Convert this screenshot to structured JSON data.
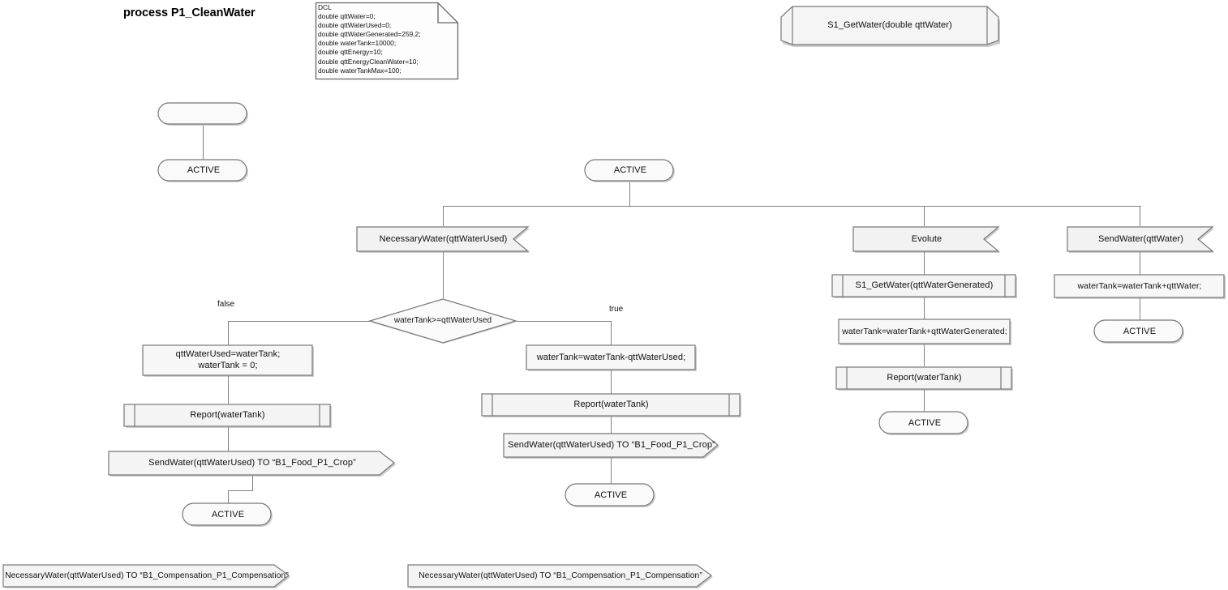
{
  "diagram": {
    "title": "process P1_CleanWater",
    "colors": {
      "shape_fill_light": "#fbfbfb",
      "shape_fill_dark": "#eeeeee",
      "stroke": "#808080",
      "text": "#101010",
      "shadow": "#cccccc",
      "background": "#ffffff"
    }
  },
  "dcl_note": {
    "name": "dcl-note",
    "text": "DCL\ndouble qttWater=0;\ndouble qttWaterUsed=0;\ndouble qttWaterGenerated=259,2;\ndouble waterTank=10000;\ndouble qttEnergy=10;\ndouble qttEnergyCleanWater=10;\ndouble waterTankMax=100;"
  },
  "procedure_header": {
    "label": "S1_GetWater(double qttWater)"
  },
  "start_branch": {
    "start_label": "",
    "state_label": "ACTIVE"
  },
  "main_state": {
    "label": "ACTIVE"
  },
  "branches": {
    "necessary_water": {
      "input_label": "NecessaryWater(qttWaterUsed)",
      "decision_label": "waterTank>=qttWaterUsed",
      "false_label": "false",
      "true_label": "true",
      "false_path": {
        "task_label": "qttWaterUsed=waterTank;\nwaterTank = 0;",
        "procedure_label": "Report(waterTank)",
        "output_label": "SendWater(qttWaterUsed) TO “B1_Food_P1_Crop”",
        "state_label": "ACTIVE"
      },
      "true_path": {
        "task_label": "waterTank=waterTank-qttWaterUsed;",
        "procedure_label": "Report(waterTank)",
        "output_label": "SendWater(qttWaterUsed) TO “B1_Food_P1_Crop”",
        "state_label": "ACTIVE"
      }
    },
    "evolute": {
      "input_label": "Evolute",
      "procedure_call_label": "S1_GetWater(qttWaterGenerated)",
      "task_label": "waterTank=waterTank+qttWaterGenerated;",
      "procedure_label": "Report(waterTank)",
      "state_label": "ACTIVE"
    },
    "send_water": {
      "input_label": "SendWater(qttWater)",
      "task_label": "waterTank=waterTank+qttWater;",
      "state_label": "ACTIVE"
    }
  },
  "floating_outputs": [
    {
      "label": "NecessaryWater(qttWaterUsed) TO “B1_Compensation_P1_Compensation”"
    },
    {
      "label": "NecessaryWater(qttWaterUsed) TO “B1_Compensation_P1_Compensation”"
    }
  ]
}
